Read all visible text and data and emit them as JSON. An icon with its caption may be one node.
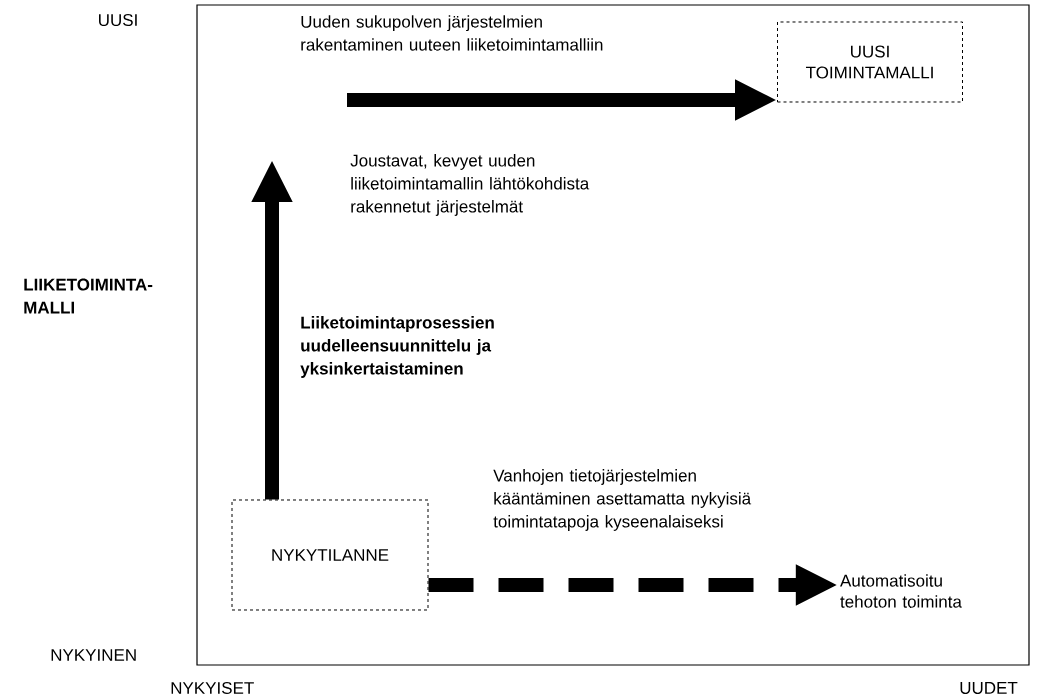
{
  "diagram": {
    "nodes": [
      {
        "text": [
          "NYKYTILANNE"
        ]
      },
      {
        "text": [
          "UUSI TOIMINTAMALLI"
        ]
      },
      {
        "text": [
          "Automatisoitu tehoton toiminta"
        ]
      }
    ],
    "edges": [
      {
        "from": 0,
        "to": null,
        "arrow": "to",
        "label": "Liiketoimintaprosessien uudelleensuunnittelu ja yksinkertaistaminen"
      },
      {
        "from": null,
        "to": 1,
        "arrow": "to",
        "label": "Uuden sukupolven järjestelmien rakentaminen uuteen liiketoimintamalliin"
      },
      {
        "from": 0,
        "to": 2,
        "arrow": "to",
        "style": "dashed",
        "label": "Vanhojen tietojärjestelmien kääntäminen asettamatta nykyisiä toimintatapoja kyseenalaiseksi"
      }
    ],
    "labels": [
      "UUSI",
      "LIIKETOIMINTA-MALLI",
      "Joustavat, kevyet uuden liiketoimintamallin lähtökohdista rakennetut järjestelmät",
      "NYKYINEN",
      "NYKYISET",
      "UUDET"
    ]
  }
}
